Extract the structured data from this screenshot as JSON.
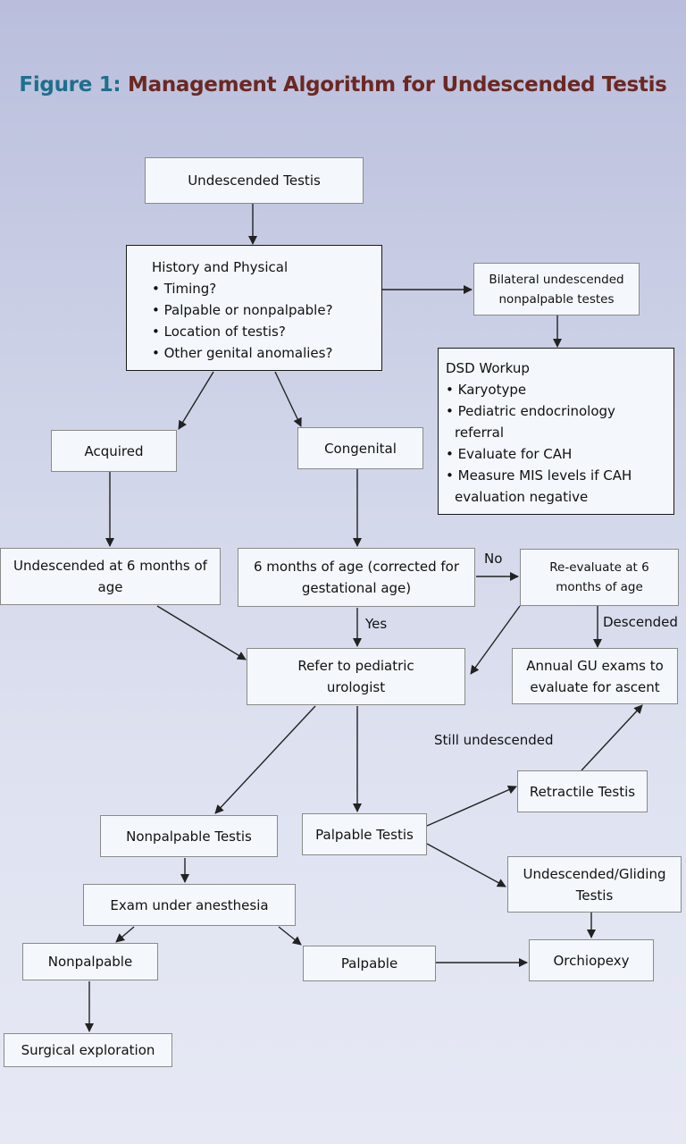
{
  "title": {
    "prefix": "Figure 1:",
    "main": "Management Algorithm for Undescended Testis"
  },
  "nodes": {
    "undescended_testis": "Undescended Testis",
    "history_physical": {
      "heading": "History and Physical",
      "items": [
        "Timing?",
        "Palpable or nonpalpable?",
        "Location of testis?",
        "Other genital anomalies?"
      ]
    },
    "bilateral": "Bilateral undescended nonpalpable testes",
    "dsd": {
      "heading": "DSD Workup",
      "items": [
        "Karyotype",
        "Pediatric endocrinology referral",
        "Evaluate for CAH",
        "Measure MIS levels if CAH evaluation negative"
      ]
    },
    "acquired": "Acquired",
    "congenital": "Congenital",
    "undescended_6mo": "Undescended at 6 months of age",
    "six_months": "6 months of age (corrected for gestational age)",
    "reevaluate": "Re-evaluate at 6 months of age",
    "refer": "Refer to pediatric urologist",
    "annual_gu": "Annual GU exams to evaluate for ascent",
    "retractile": "Retractile Testis",
    "nonpalpable_testis": "Nonpalpable Testis",
    "palpable_testis": "Palpable Testis",
    "gliding": "Undescended/Gliding Testis",
    "exam_anesthesia": "Exam under anesthesia",
    "nonpalpable": "Nonpalpable",
    "palpable": "Palpable",
    "orchiopexy": "Orchiopexy",
    "surgical": "Surgical exploration"
  },
  "edge_labels": {
    "no": "No",
    "yes": "Yes",
    "descended": "Descended",
    "still_undescended": "Still undescended"
  }
}
